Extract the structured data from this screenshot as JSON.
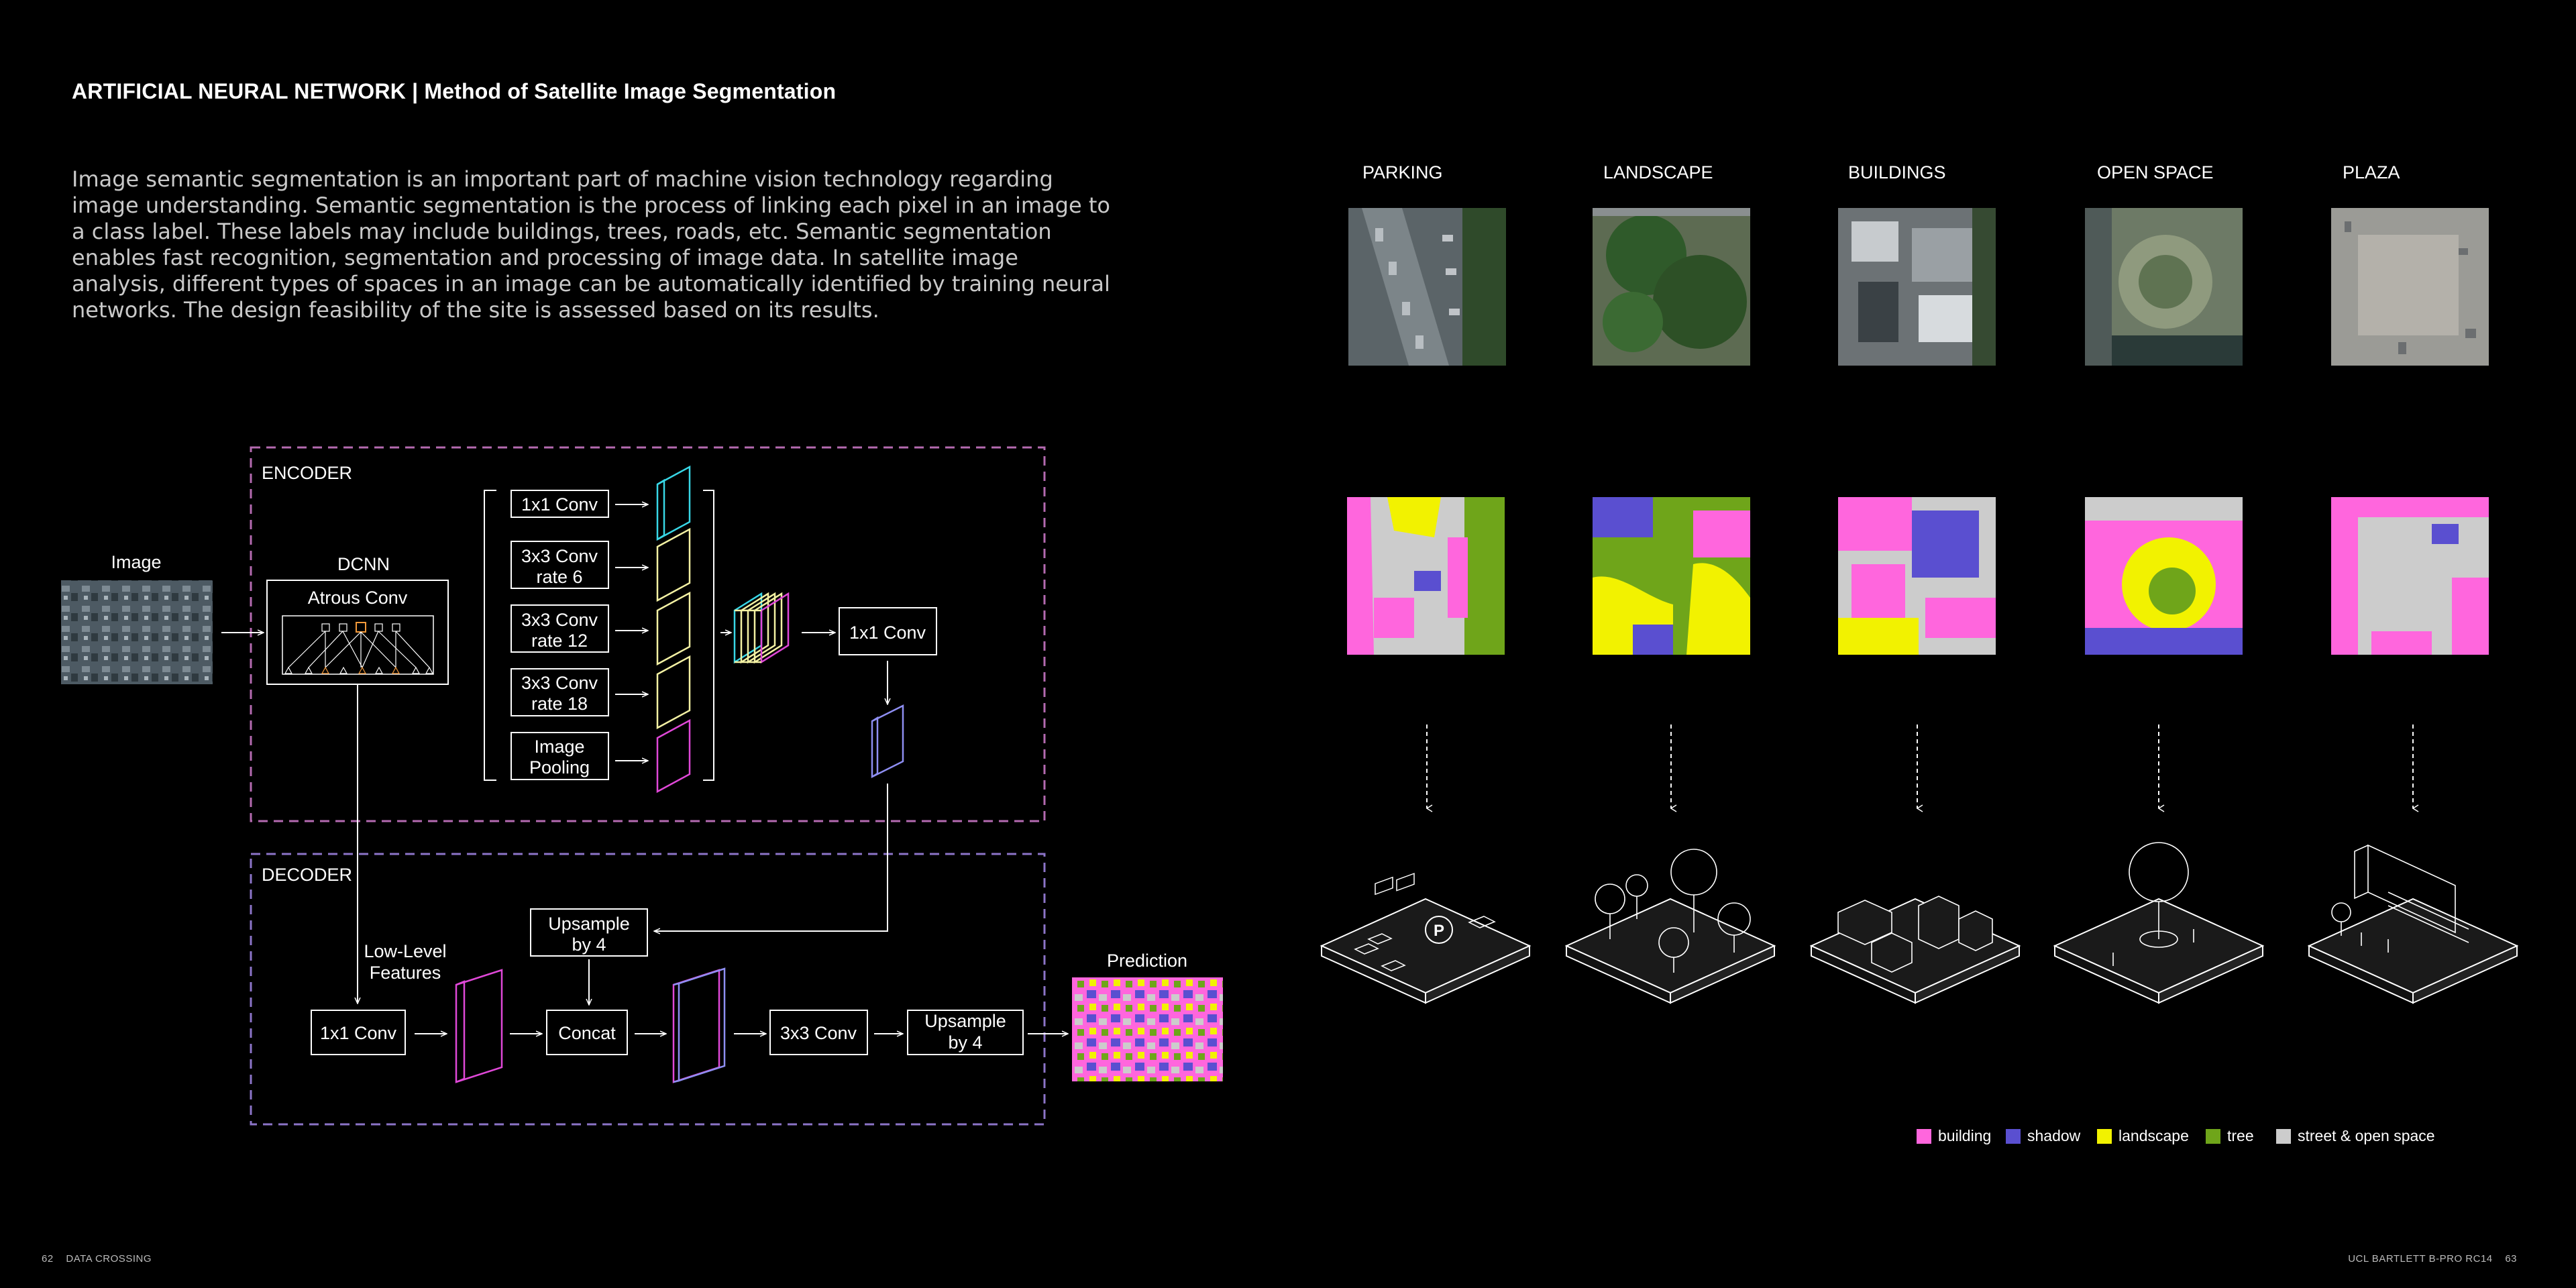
{
  "title": "ARTIFICIAL NEURAL NETWORK | Method of Satellite Image Segmentation",
  "intro": "Image semantic segmentation is an important part of machine vision technology regarding image understanding. Semantic segmentation is the process of linking each pixel in an image to a class label. These labels may include buildings, trees, roads, etc. Semantic segmentation enables fast recognition, segmentation and processing of image data. In satellite image analysis, different types of spaces in an image can be automatically identified by training neural networks. The design feasibility of the site is assessed based on its results.",
  "diagram": {
    "encoder": "ENCODER",
    "decoder": "DECODER",
    "image": "Image",
    "dcnn": "DCNN",
    "atrous": "Atrous Conv",
    "conv1x1": "1x1 Conv",
    "conv3_r6": [
      "3x3 Conv",
      "rate 6"
    ],
    "conv3_r12": [
      "3x3 Conv",
      "rate 12"
    ],
    "conv3_r18": [
      "3x3 Conv",
      "rate 18"
    ],
    "pooling": [
      "Image",
      "Pooling"
    ],
    "enc_out": "1x1 Conv",
    "upsample1": [
      "Upsample",
      "by 4"
    ],
    "lowlevel": [
      "Low-Level",
      "Features"
    ],
    "dec_conv1": "1x1 Conv",
    "concat": "Concat",
    "dec_conv3": "3x3 Conv",
    "upsample2": [
      "Upsample",
      "by 4"
    ],
    "prediction": "Prediction"
  },
  "categories": [
    "PARKING",
    "LANDSCAPE",
    "BUILDINGS",
    "OPEN SPACE",
    "PLAZA"
  ],
  "legend": [
    {
      "label": "building",
      "color": "#ff66dd"
    },
    {
      "label": "shadow",
      "color": "#5a4fd0"
    },
    {
      "label": "landscape",
      "color": "#f2f200"
    },
    {
      "label": "tree",
      "color": "#6fa51a"
    },
    {
      "label": "street & open space",
      "color": "#cccccc"
    }
  ],
  "footer": {
    "left_page": "62",
    "left_text": "DATA CROSSING",
    "right_text": "UCL BARTLETT B-PRO RC14",
    "right_page": "63"
  }
}
